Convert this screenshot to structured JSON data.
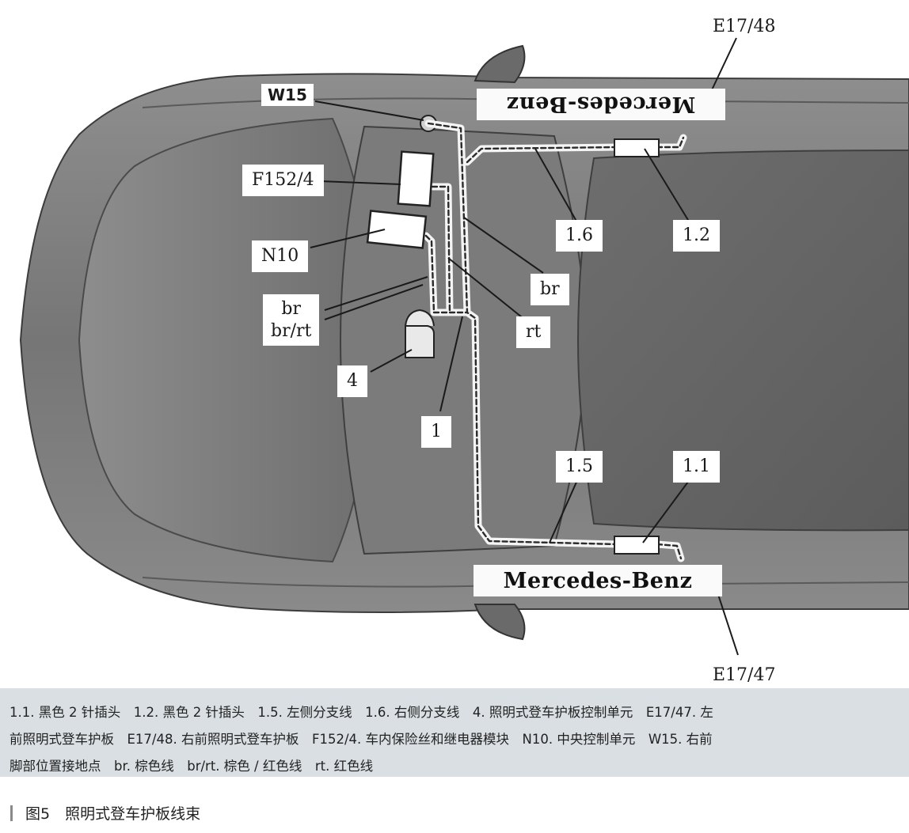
{
  "labels": {
    "w15": "W15",
    "e17_48": "E17/48",
    "e17_47": "E17/47",
    "f152_4": "F152/4",
    "n10": "N10",
    "br_rt_1": "br",
    "br_rt_2": "br/rt",
    "l4": "4",
    "l1": "1",
    "l1_6": "1.6",
    "l1_2": "1.2",
    "l1_5": "1.5",
    "l1_1": "1.1",
    "br": "br",
    "rt": "rt"
  },
  "badges": {
    "top": "Mercedes-Benz",
    "bottom": "Mercedes-Benz"
  },
  "caption": {
    "line1": "1.1. 黑色 2 针插头　1.2. 黑色 2 针插头　1.5. 左侧分支线　1.6. 右侧分支线　4. 照明式登车护板控制单元　E17/47. 左",
    "line2": "前照明式登车护板　E17/48. 右前照明式登车护板　F152/4. 车内保险丝和继电器模块　N10. 中央控制单元　W15. 右前",
    "line3": "脚部位置接地点　br. 棕色线　br/rt. 棕色 / 红色线　rt. 红色线"
  },
  "figure_title": "图5　照明式登车护板线束"
}
